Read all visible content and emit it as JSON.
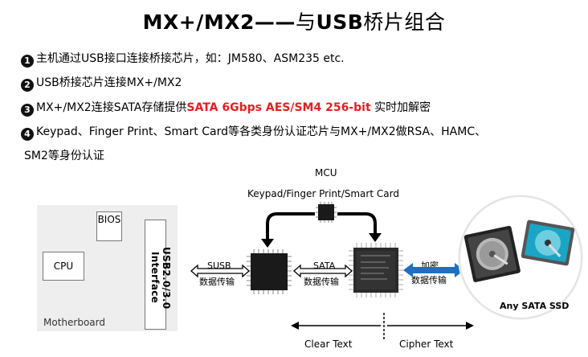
{
  "title": {
    "part1": "MX+/MX2——",
    "part2": "与",
    "part3": "USB",
    "part4": "桥片组合"
  },
  "bullets": [
    {
      "num": "1",
      "text": "主机通过USB接口连接桥接芯片，如：JM580、ASM235 etc."
    },
    {
      "num": "2",
      "text": "USB桥接芯片连接MX+/MX2"
    },
    {
      "num": "3",
      "pre": "MX+/MX2连接SATA存储提供",
      "highlight": "SATA 6Gbps AES/SM4 256-bit",
      "post": " 实时加解密"
    },
    {
      "num": "4",
      "line1": "Keypad、Finger Print、Smart Card等各类身份认证芯片与MX+/MX2做RSA、HAMC、",
      "line2": "SM2等身份认证"
    }
  ],
  "diagram": {
    "mcu_title": "MCU",
    "mcu_sub": "Keypad/Finger Print/Smart Card",
    "motherboard": "Motherboard",
    "cpu": "CPU",
    "bios": "BIOS",
    "usb_interface": "USB2.0/3.0 Interface",
    "susb_top": "SUSB",
    "susb_bottom": "数据传输",
    "sata_top": "SATA",
    "sata_bottom": "数据传输",
    "encrypt_top": "加密",
    "encrypt_bottom": "数据传输",
    "ssd": "Any SATA SSD",
    "clear_text": "Clear Text",
    "cipher_text": "Cipher Text"
  },
  "colors": {
    "highlight": "#e02020",
    "encrypt_arrow": "#1e6fbf"
  }
}
